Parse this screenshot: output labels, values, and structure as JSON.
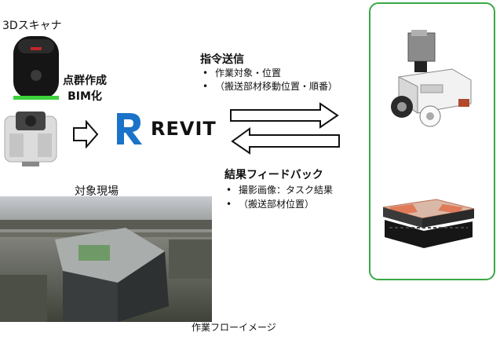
{
  "scanner_label": "3Dスキャナ",
  "process_label": "点群作成\nBIM化",
  "revit_text": "REVIT",
  "site_label": "対象現場",
  "command_title": "指令送信",
  "command_items": [
    "作業対象・位置",
    "（搬送部材移動位置・順番）"
  ],
  "result_title": "結果フィードバック",
  "result_items": [
    "撮影画像：タスク結果",
    "（搬送部材位置）"
  ],
  "caption": "作業フローイメージ",
  "colors": {
    "panel_border": "#3aa845",
    "revit_blue": "#1a73c8",
    "scanner_ring": "#3cd33c"
  }
}
